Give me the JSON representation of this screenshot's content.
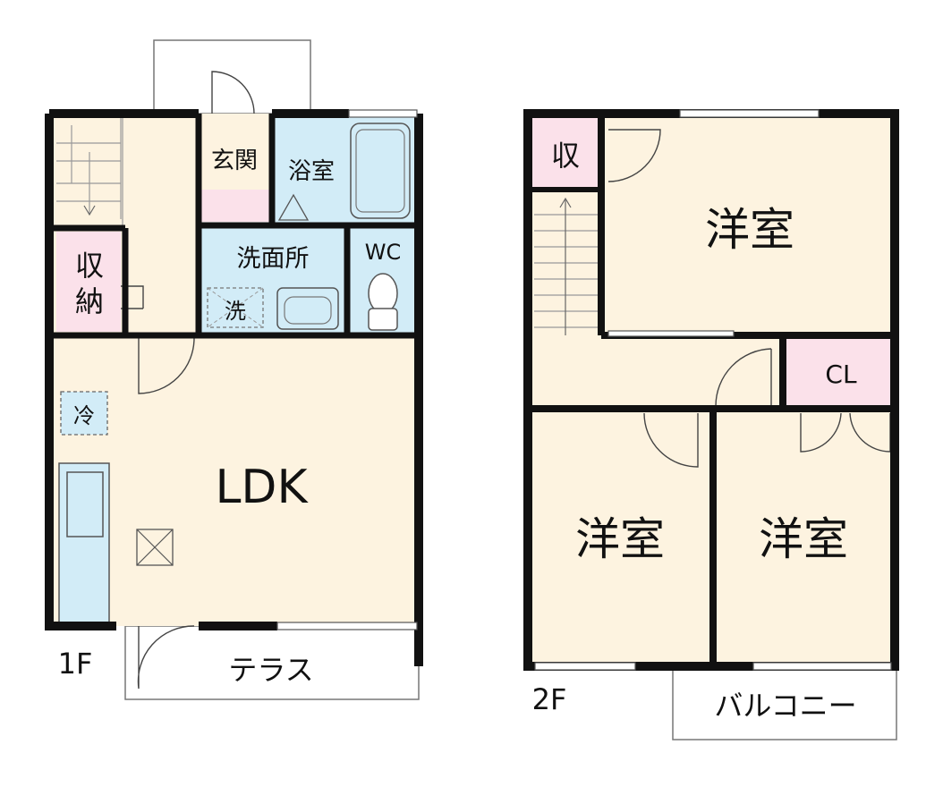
{
  "floors": {
    "first": {
      "label": "1F",
      "rooms": {
        "entrance": "玄関",
        "bath": "浴室",
        "storage_1": "収",
        "storage_2": "納",
        "washroom": "洗面所",
        "wc": "WC",
        "washer": "洗",
        "fridge": "冷",
        "ldk": "LDK",
        "terrace": "テラス"
      }
    },
    "second": {
      "label": "2F",
      "rooms": {
        "storage": "収",
        "western_room_top": "洋室",
        "closet": "CL",
        "western_room_left": "洋室",
        "western_room_right": "洋室",
        "balcony": "バルコニー"
      }
    }
  },
  "colors": {
    "wall": "#111111",
    "living": "#fdf3e0",
    "wet_area": "#d2ecf7",
    "storage": "#fbe1ea",
    "line": "#555555"
  }
}
